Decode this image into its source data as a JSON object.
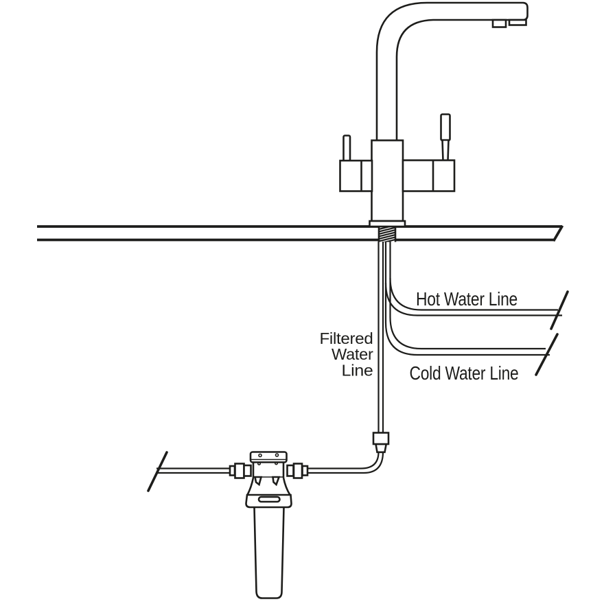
{
  "colors": {
    "ink": "#1d1d1b",
    "background": "#ffffff"
  },
  "labels": {
    "hot_water_line": "Hot Water Line",
    "cold_water_line": "Cold Water Line",
    "filtered_water_line": [
      "Filtered",
      "Water",
      "Line"
    ]
  }
}
